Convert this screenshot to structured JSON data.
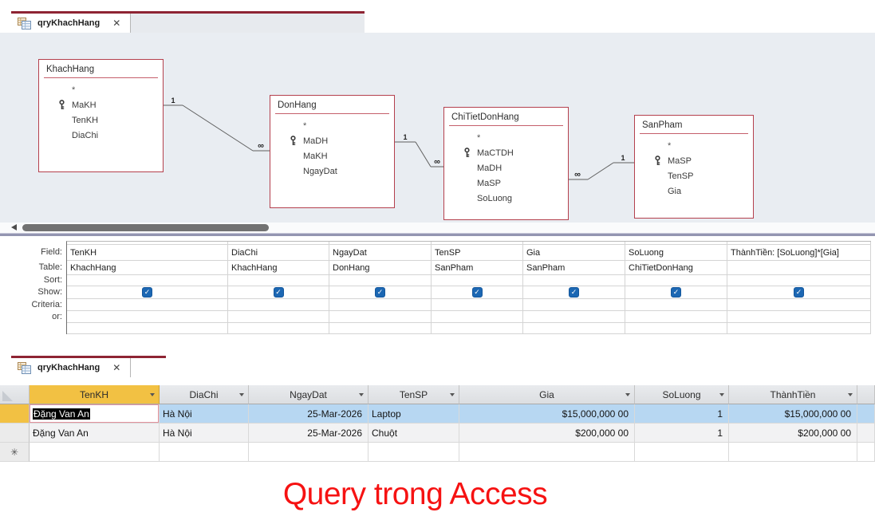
{
  "design_tab": {
    "title": "qryKhachHang",
    "close": "✕"
  },
  "tables": [
    {
      "name": "KhachHang",
      "fields": [
        {
          "name": "*"
        },
        {
          "name": "MaKH",
          "key": true
        },
        {
          "name": "TenKH"
        },
        {
          "name": "DiaChi"
        }
      ]
    },
    {
      "name": "DonHang",
      "fields": [
        {
          "name": "*"
        },
        {
          "name": "MaDH",
          "key": true
        },
        {
          "name": "MaKH"
        },
        {
          "name": "NgayDat"
        }
      ]
    },
    {
      "name": "ChiTietDonHang",
      "fields": [
        {
          "name": "*"
        },
        {
          "name": "MaCTDH",
          "key": true
        },
        {
          "name": "MaDH"
        },
        {
          "name": "MaSP"
        },
        {
          "name": "SoLuong"
        }
      ]
    },
    {
      "name": "SanPham",
      "fields": [
        {
          "name": "*"
        },
        {
          "name": "MaSP",
          "key": true
        },
        {
          "name": "TenSP"
        },
        {
          "name": "Gia"
        }
      ]
    }
  ],
  "relationships": [
    {
      "from": "KhachHang",
      "to": "DonHang",
      "from_label": "1",
      "to_label": "∞"
    },
    {
      "from": "DonHang",
      "to": "ChiTietDonHang",
      "from_label": "1",
      "to_label": "∞"
    },
    {
      "from": "ChiTietDonHang",
      "to": "SanPham",
      "from_label": "∞",
      "to_label": "1"
    }
  ],
  "grid": {
    "row_labels": [
      "Field:",
      "Table:",
      "Sort:",
      "Show:",
      "Criteria:",
      "or:"
    ],
    "columns": [
      {
        "field": "TenKH",
        "table": "KhachHang",
        "show": true
      },
      {
        "field": "DiaChi",
        "table": "KhachHang",
        "show": true
      },
      {
        "field": "NgayDat",
        "table": "DonHang",
        "show": true
      },
      {
        "field": "TenSP",
        "table": "SanPham",
        "show": true
      },
      {
        "field": "Gia",
        "table": "SanPham",
        "show": true
      },
      {
        "field": "SoLuong",
        "table": "ChiTietDonHang",
        "show": true
      },
      {
        "field": "ThànhTiền: [SoLuong]*[Gia]",
        "table": "",
        "show": true
      }
    ]
  },
  "datasheet": {
    "tab": {
      "title": "qryKhachHang",
      "close": "✕"
    },
    "columns": [
      {
        "label": "TenKH",
        "align": "left",
        "selected": true
      },
      {
        "label": "DiaChi",
        "align": "left"
      },
      {
        "label": "NgayDat",
        "align": "right"
      },
      {
        "label": "TenSP",
        "align": "left"
      },
      {
        "label": "Gia",
        "align": "right"
      },
      {
        "label": "SoLuong",
        "align": "right"
      },
      {
        "label": "ThànhTiền",
        "align": "right"
      }
    ],
    "rows": [
      {
        "selected": true,
        "cells": [
          "Đặng Van An",
          "Hà Nội",
          "25-Mar-2026",
          "Laptop",
          "$15,000,000 00",
          "1",
          "$15,000,000 00"
        ]
      },
      {
        "selected": false,
        "cells": [
          "Đặng Van An",
          "Hà Nội",
          "25-Mar-2026",
          "Chuột",
          "$200,000 00",
          "1",
          "$200,000 00"
        ]
      }
    ],
    "new_record_marker": "✳"
  },
  "caption": {
    "text": "Query trong Access"
  },
  "icons": {
    "checkmark": "✓"
  },
  "colors": {
    "tab_accent_red": "#8e2433",
    "table_border_red": "#b4404d",
    "checkbox_blue": "#1c67b3",
    "selected_row_blue": "#b7d7f2",
    "selected_header_gold": "#f2c143",
    "caption_red": "#f61212"
  }
}
